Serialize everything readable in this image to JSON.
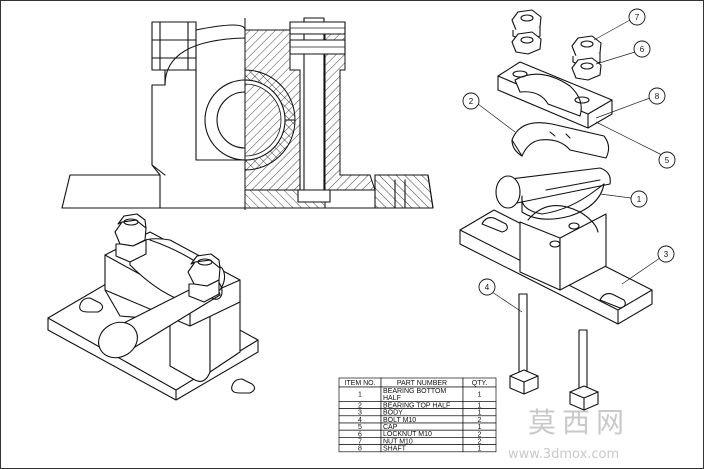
{
  "bom": {
    "headers": {
      "item": "ITEM NO.",
      "part": "PART NUMBER",
      "qty": "QTY."
    },
    "rows": [
      {
        "item": "1",
        "part": [
          "BEARING BOTTOM",
          "HALF"
        ],
        "qty": "1"
      },
      {
        "item": "2",
        "part": [
          "BEARING TOP HALF"
        ],
        "qty": "1"
      },
      {
        "item": "3",
        "part": [
          "BODY"
        ],
        "qty": "1"
      },
      {
        "item": "4",
        "part": [
          "BOLT M10"
        ],
        "qty": "2"
      },
      {
        "item": "5",
        "part": [
          "CAP"
        ],
        "qty": "1"
      },
      {
        "item": "6",
        "part": [
          "LOCKNUT M10"
        ],
        "qty": "2"
      },
      {
        "item": "7",
        "part": [
          "NUT M10"
        ],
        "qty": "2"
      },
      {
        "item": "8",
        "part": [
          "SHAFT"
        ],
        "qty": "1"
      }
    ]
  },
  "callouts": [
    "1",
    "2",
    "3",
    "4",
    "5",
    "6",
    "7",
    "8"
  ],
  "watermark": {
    "chinese": "莫西网",
    "url": "www.3dmox.com"
  }
}
